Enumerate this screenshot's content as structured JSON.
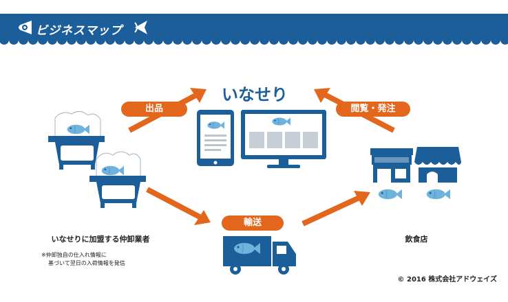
{
  "header": {
    "title": "ビジネスマップ"
  },
  "platform": {
    "name": "いなせり"
  },
  "flows": {
    "ship_label": "出品",
    "browse_label": "閲覧・発注",
    "deliver_label": "輸送"
  },
  "wholesaler": {
    "caption": "いなせりに加盟する仲卸業者",
    "note_line1": "※仲卸独自の仕入れ情報に",
    "note_line2": "基づいて翌日の入荷情報を発信"
  },
  "restaurant": {
    "caption": "飲食店"
  },
  "footer": {
    "copyright": "© 2016 株式会社アドウェイズ"
  },
  "colors": {
    "brand_blue": "#1b5e99",
    "accent_orange": "#e2661c",
    "circle_gray": "#d9e1e8",
    "fish_blue": "#6fb2dc"
  }
}
